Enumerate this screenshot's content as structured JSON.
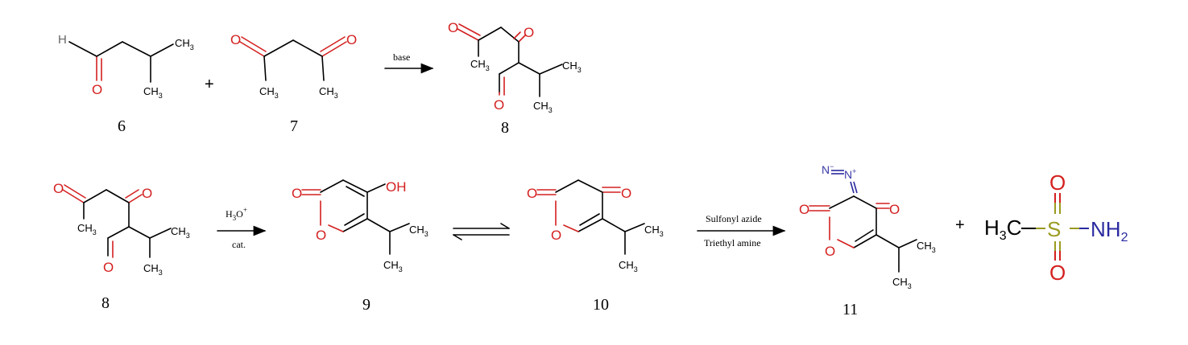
{
  "compounds": {
    "c6": "6",
    "c7": "7",
    "c8a": "8",
    "c8b": "8",
    "c9": "9",
    "c10": "10",
    "c11": "11"
  },
  "conditions": {
    "step1": "base",
    "step2_top": "H3O+",
    "step2_bottom": "cat.",
    "step4_top": "Sulfonyl azide",
    "step4_bottom": "Triethyl amine"
  },
  "operators": {
    "plus": "+"
  },
  "atoms": {
    "O": "O",
    "H": "H",
    "OH": "OH",
    "CH": "CH",
    "three": "3",
    "two": "2",
    "N": "N",
    "S": "S",
    "NH": "NH",
    "minus": "−",
    "plus": "+"
  }
}
